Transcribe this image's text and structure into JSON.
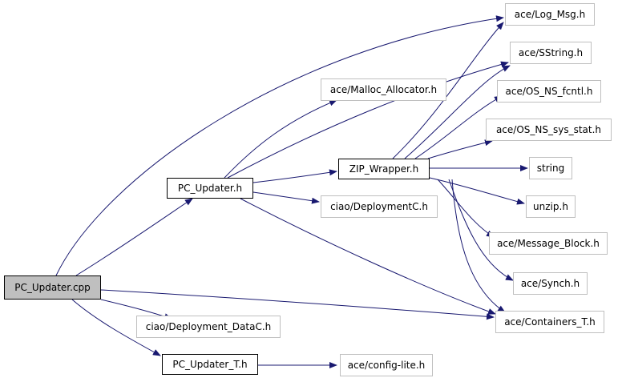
{
  "diagram": {
    "colors": {
      "edge": "#191970",
      "root_fill": "#bfbfbf",
      "leaf_border": "#bfbfbf",
      "main_border": "#000000"
    },
    "nodes": {
      "pc_updater_cpp": "PC_Updater.cpp",
      "pc_updater_h": "PC_Updater.h",
      "pc_updater_t_h": "PC_Updater_T.h",
      "zip_wrapper_h": "ZIP_Wrapper.h",
      "log_msg_h": "ace/Log_Msg.h",
      "sstring_h": "ace/SString.h",
      "malloc_allocator_h": "ace/Malloc_Allocator.h",
      "os_ns_fcntl_h": "ace/OS_NS_fcntl.h",
      "os_ns_sys_stat_h": "ace/OS_NS_sys_stat.h",
      "string": "string",
      "unzip_h": "unzip.h",
      "message_block_h": "ace/Message_Block.h",
      "synch_h": "ace/Synch.h",
      "containers_t_h": "ace/Containers_T.h",
      "deploymentc_h": "ciao/DeploymentC.h",
      "deployment_datac_h": "ciao/Deployment_DataC.h",
      "config_lite_h": "ace/config-lite.h"
    },
    "edges": [
      [
        "pc_updater_cpp",
        "log_msg_h"
      ],
      [
        "pc_updater_cpp",
        "pc_updater_h"
      ],
      [
        "pc_updater_cpp",
        "containers_t_h"
      ],
      [
        "pc_updater_cpp",
        "deployment_datac_h"
      ],
      [
        "pc_updater_cpp",
        "pc_updater_t_h"
      ],
      [
        "pc_updater_h",
        "sstring_h"
      ],
      [
        "pc_updater_h",
        "malloc_allocator_h"
      ],
      [
        "pc_updater_h",
        "zip_wrapper_h"
      ],
      [
        "pc_updater_h",
        "deploymentc_h"
      ],
      [
        "pc_updater_h",
        "containers_t_h"
      ],
      [
        "pc_updater_t_h",
        "config_lite_h"
      ],
      [
        "zip_wrapper_h",
        "log_msg_h"
      ],
      [
        "zip_wrapper_h",
        "sstring_h"
      ],
      [
        "zip_wrapper_h",
        "os_ns_fcntl_h"
      ],
      [
        "zip_wrapper_h",
        "os_ns_sys_stat_h"
      ],
      [
        "zip_wrapper_h",
        "string"
      ],
      [
        "zip_wrapper_h",
        "unzip_h"
      ],
      [
        "zip_wrapper_h",
        "message_block_h"
      ],
      [
        "zip_wrapper_h",
        "synch_h"
      ],
      [
        "zip_wrapper_h",
        "containers_t_h"
      ]
    ]
  }
}
